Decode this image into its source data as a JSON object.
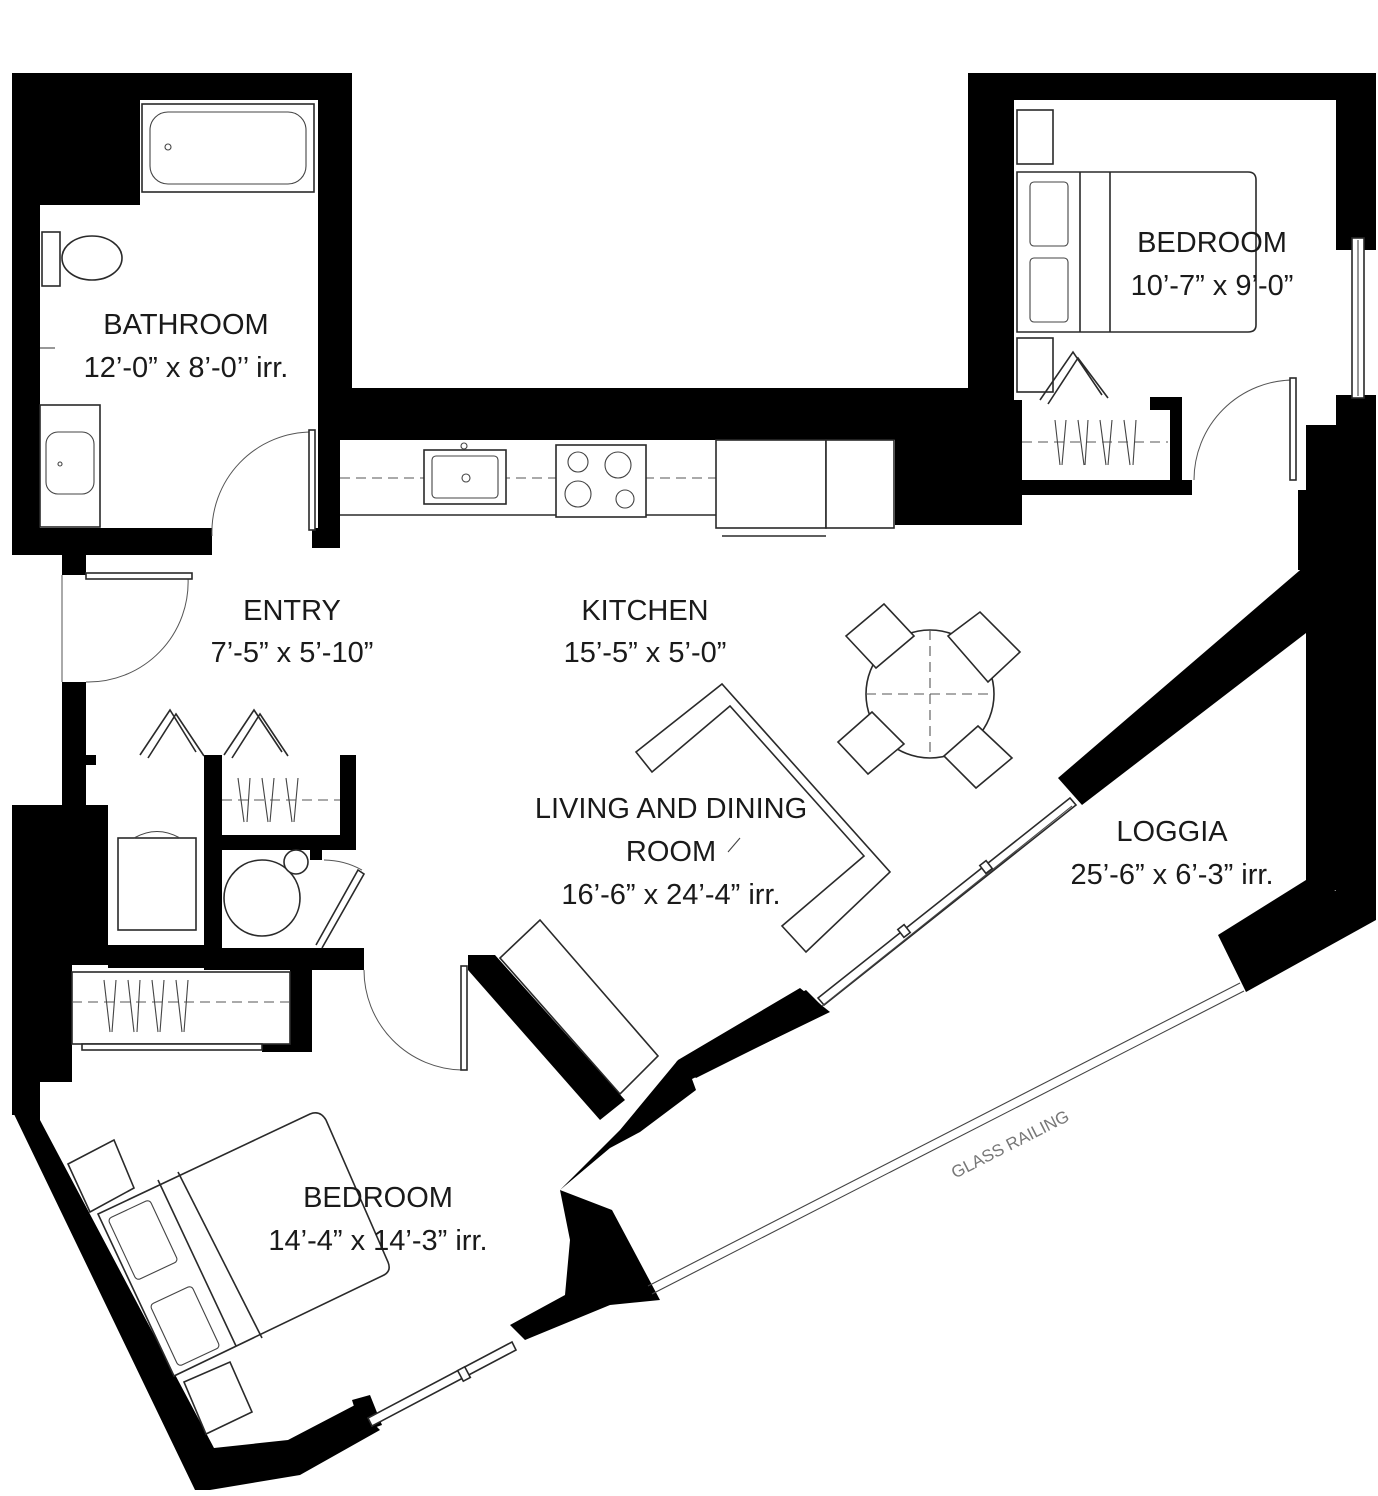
{
  "plan": {
    "rooms": [
      {
        "id": "bathroom",
        "name": "BATHROOM",
        "dims": "12’-0” x 8’-0’’ irr."
      },
      {
        "id": "bedroom_upper",
        "name": "BEDROOM",
        "dims": "10’-7” x 9’-0”"
      },
      {
        "id": "entry",
        "name": "ENTRY",
        "dims": "7’-5” x 5’-10”"
      },
      {
        "id": "kitchen",
        "name": "KITCHEN",
        "dims": "15’-5” x 5’-0”"
      },
      {
        "id": "living",
        "name_line1": "LIVING AND DINING",
        "name_line2": "ROOM",
        "dims": "16’-6” x 24’-4” irr."
      },
      {
        "id": "loggia",
        "name": "LOGGIA",
        "dims": "25’-6” x 6’-3” irr."
      },
      {
        "id": "bedroom_lower",
        "name": "BEDROOM",
        "dims": "14’-4” x 14’-3” irr."
      }
    ],
    "railing_label": "GLASS RAILING"
  }
}
